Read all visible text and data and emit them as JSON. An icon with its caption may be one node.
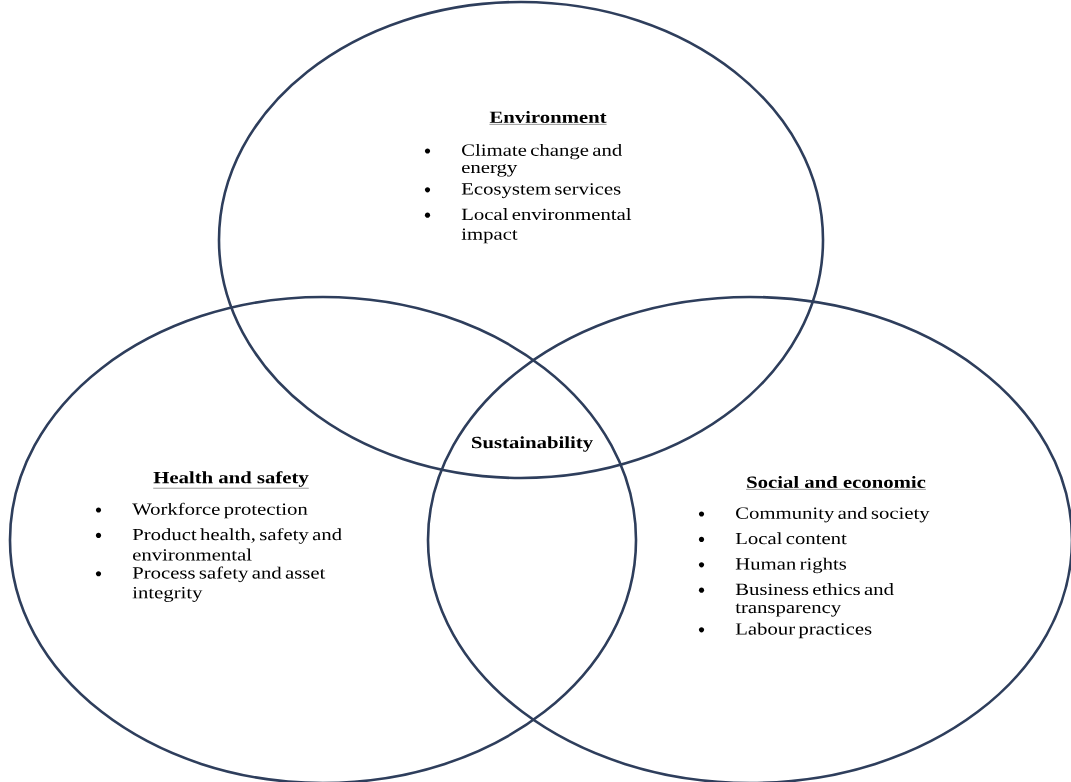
{
  "diagram": {
    "nodes": [
      {
        "text": [
          "Environment",
          "Climate change and energy",
          "Ecosystem services",
          "Local environmental impact"
        ]
      },
      {
        "text": [
          "Health and safety",
          "Workforce protection",
          "Product health, safety and environmental",
          "Process safety and asset integrity"
        ]
      },
      {
        "text": [
          "Social and economic",
          "Community and society",
          "Local content",
          "Human rights",
          "Business ethics and transparency",
          "Labour practices"
        ]
      }
    ],
    "labels": [
      "Sustainability"
    ]
  }
}
